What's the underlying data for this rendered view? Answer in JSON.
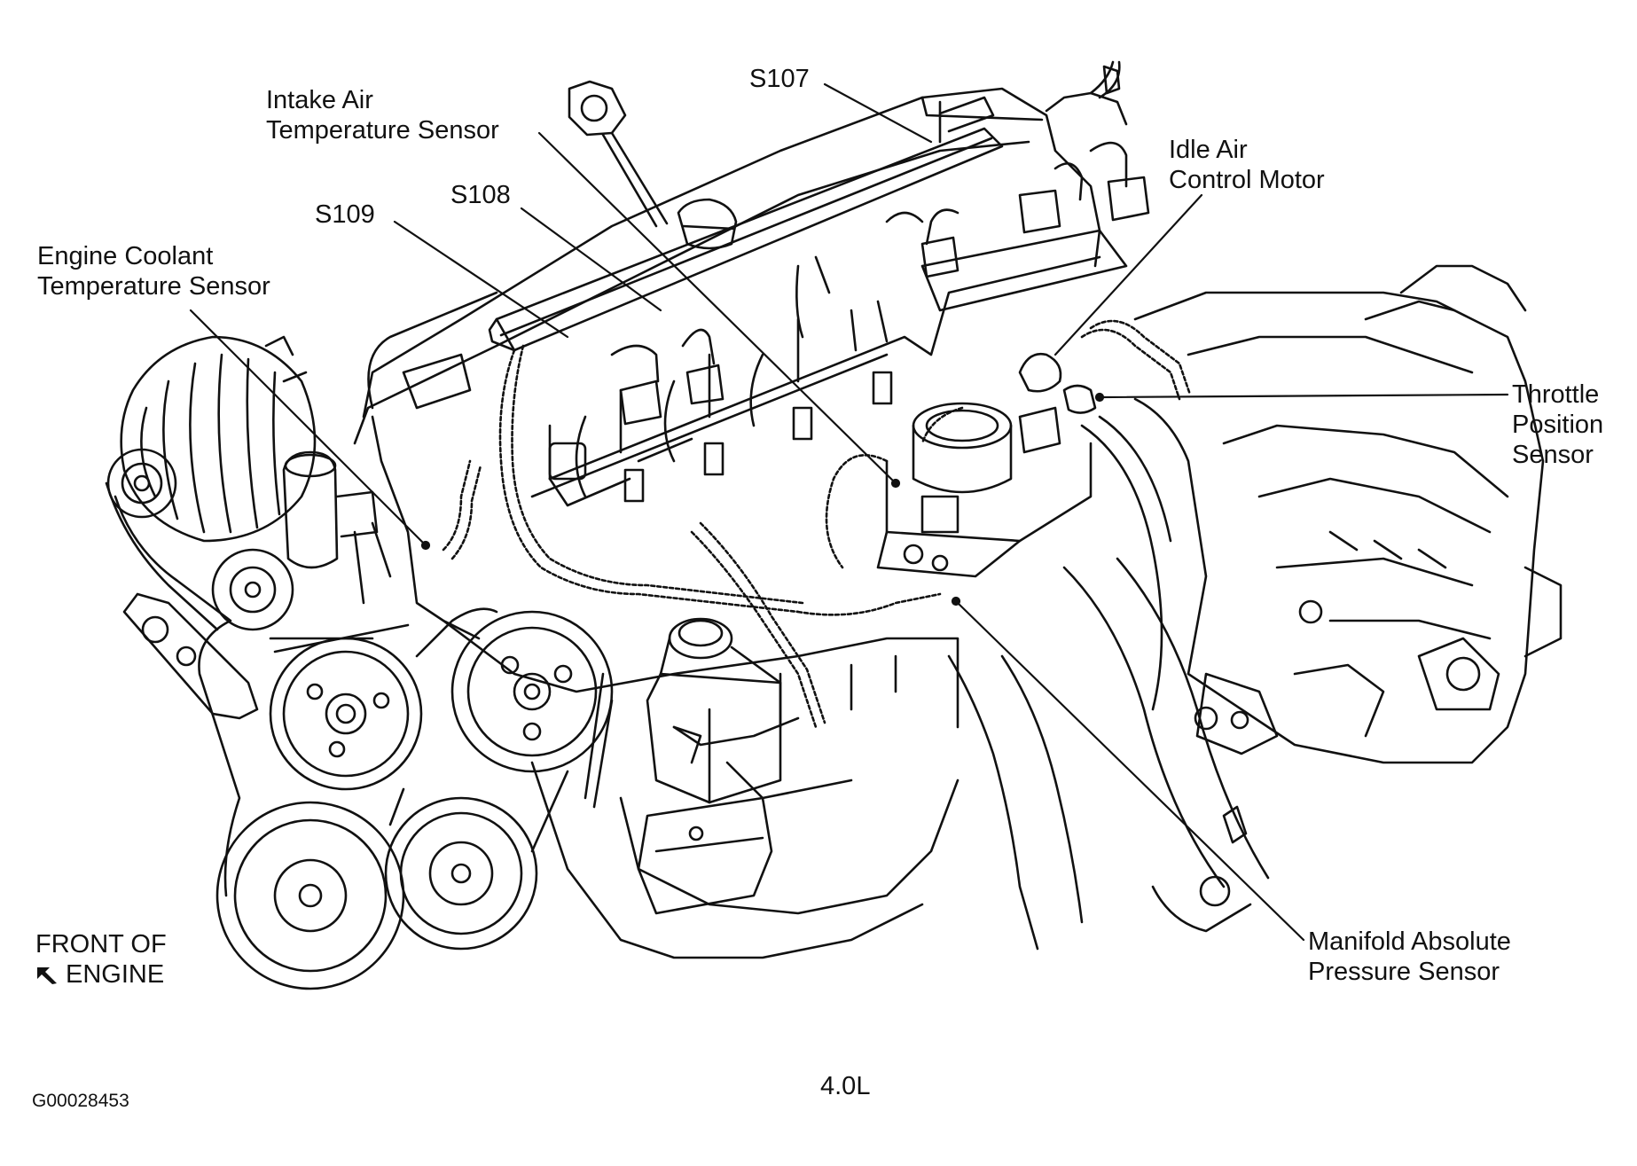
{
  "labels": {
    "s107": "S107",
    "iat_line1": "Intake Air",
    "iat_line2": "Temperature Sensor",
    "s108": "S108",
    "s109": "S109",
    "ect_line1": "Engine Coolant",
    "ect_line2": "Temperature Sensor",
    "iac_line1": "Idle Air",
    "iac_line2": "Control Motor",
    "tps_line1": "Throttle",
    "tps_line2": "Position",
    "tps_line3": "Sensor",
    "map_line1": "Manifold Absolute",
    "map_line2": "Pressure Sensor",
    "front_line1": "FRONT OF",
    "front_line2": "ENGINE",
    "engine_size": "4.0L",
    "figure_id": "G00028453"
  },
  "colors": {
    "ink": "#111111",
    "background": "#ffffff"
  },
  "icons": {
    "front_arrow": "arrow-northwest-icon"
  }
}
